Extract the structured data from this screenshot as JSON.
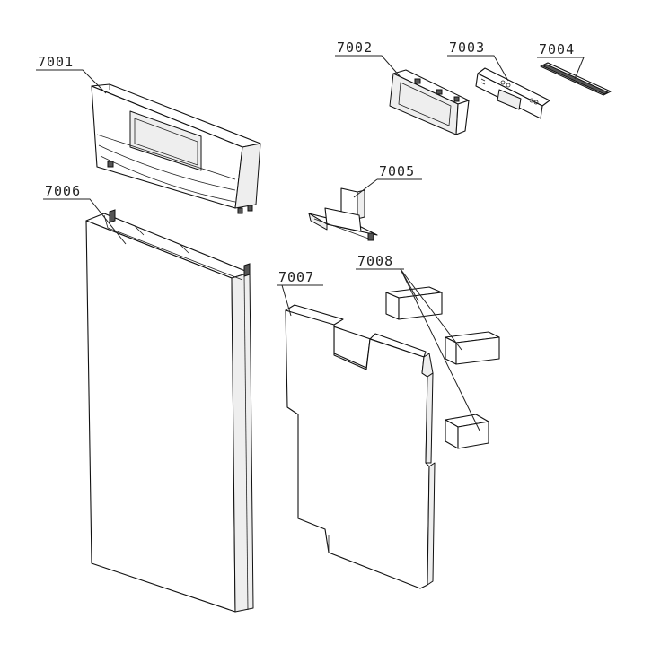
{
  "callouts": {
    "p7001": "7001",
    "p7002": "7002",
    "p7003": "7003",
    "p7004": "7004",
    "p7005": "7005",
    "p7006": "7006",
    "p7007": "7007",
    "p7008": "7008"
  },
  "colors": {
    "line": "#111111",
    "background": "#ffffff"
  }
}
